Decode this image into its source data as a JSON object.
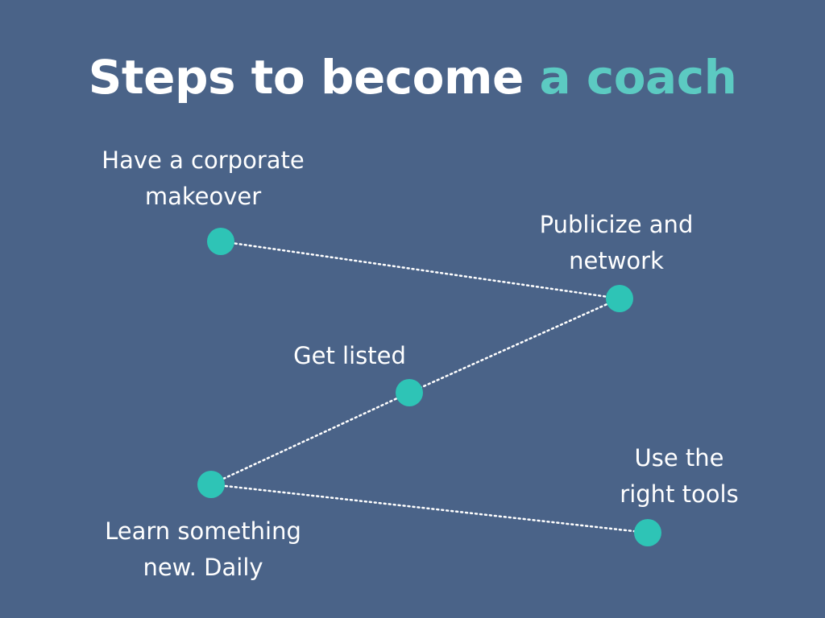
{
  "title": {
    "main": "Steps to become ",
    "accent": "a coach"
  },
  "colors": {
    "background": "#4a6388",
    "accent": "#5ccac2",
    "node": "#2ec4b6",
    "text": "#ffffff"
  },
  "steps": [
    {
      "line1": "Have a corporate",
      "line2": "makeover"
    },
    {
      "line1": "Publicize and",
      "line2": "network"
    },
    {
      "line1": "Get listed",
      "line2": ""
    },
    {
      "line1": "Learn something",
      "line2": "new. Daily"
    },
    {
      "line1": "Use the",
      "line2": "right tools"
    }
  ]
}
